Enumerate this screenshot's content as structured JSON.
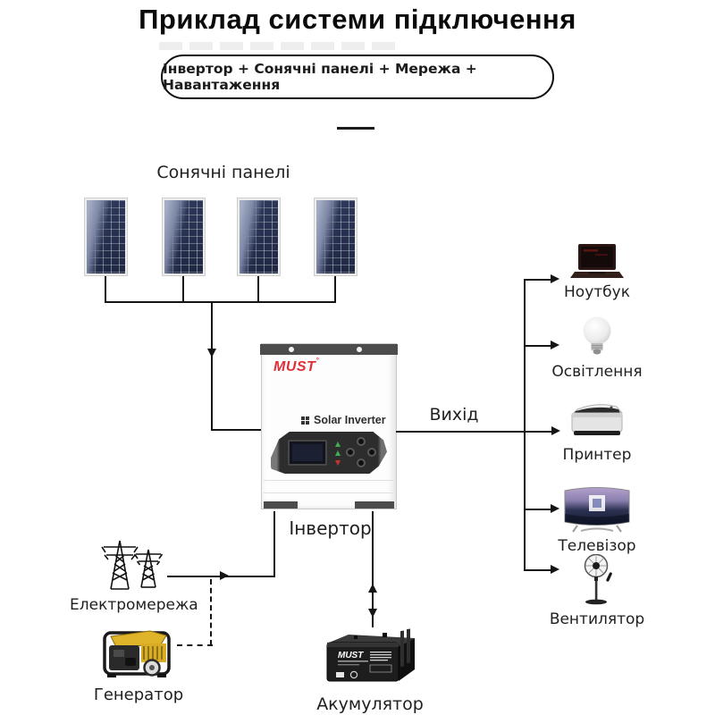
{
  "header": {
    "title": "Приклад системи підключення",
    "pill_text": "Інвертор + Сонячні панелі + Мережа + Навантаження"
  },
  "solar": {
    "label": "Сонячні панелі",
    "panel_count": 4
  },
  "inverter": {
    "brand": "MUST",
    "product_text": "Solar Inverter",
    "label": "Інвертор"
  },
  "output": {
    "label": "Вихід"
  },
  "sources": {
    "grid_label": "Електромережа",
    "generator_label": "Генератор"
  },
  "battery": {
    "brand": "MUST",
    "label": "Акумулятор"
  },
  "loads": [
    {
      "label": "Ноутбук",
      "icon": "laptop-icon"
    },
    {
      "label": "Освітлення",
      "icon": "lightbulb-icon"
    },
    {
      "label": "Принтер",
      "icon": "printer-icon"
    },
    {
      "label": "Телевізор",
      "icon": "tv-icon"
    },
    {
      "label": "Вентилятор",
      "icon": "fan-icon"
    }
  ],
  "colors": {
    "brand_red": "#e02f36",
    "panel_navy": "#2b3456",
    "wire_black": "#151515",
    "generator_yellow": "#e0b428"
  }
}
